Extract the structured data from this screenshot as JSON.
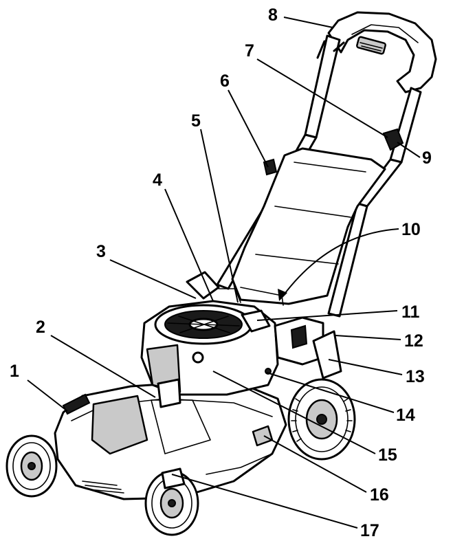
{
  "diagram": {
    "callouts": [
      {
        "label": "1"
      },
      {
        "label": "2"
      },
      {
        "label": "3"
      },
      {
        "label": "4"
      },
      {
        "label": "5"
      },
      {
        "label": "6"
      },
      {
        "label": "7"
      },
      {
        "label": "8"
      },
      {
        "label": "9"
      },
      {
        "label": "10"
      },
      {
        "label": "11"
      },
      {
        "label": "12"
      },
      {
        "label": "13"
      },
      {
        "label": "14"
      },
      {
        "label": "15"
      },
      {
        "label": "16"
      },
      {
        "label": "17"
      }
    ],
    "colors": {
      "ink": "#000000",
      "paper": "#ffffff",
      "shade": "#c9c9c9"
    }
  }
}
